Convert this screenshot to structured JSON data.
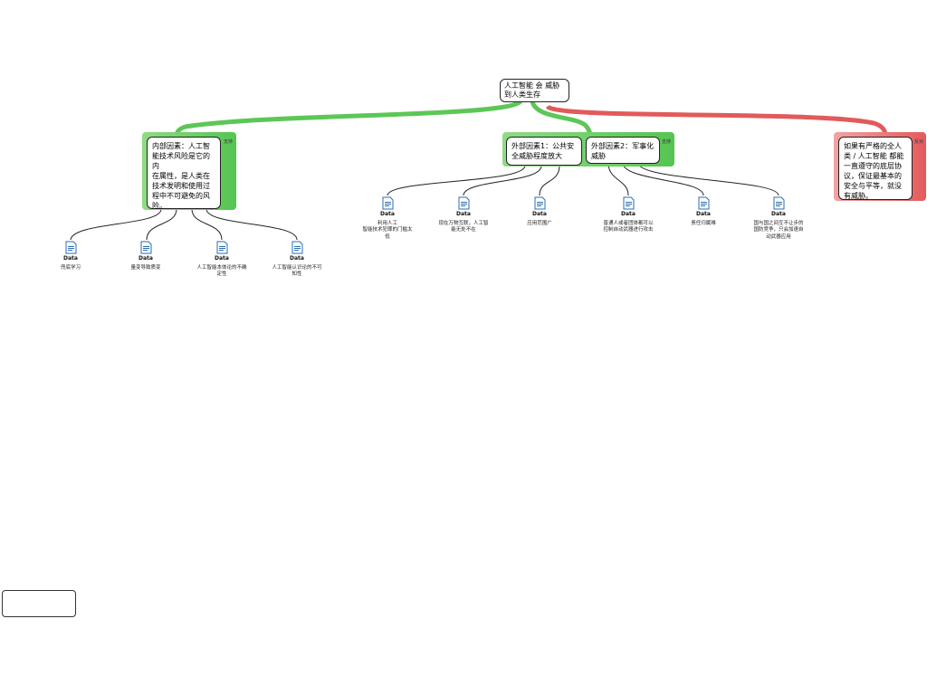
{
  "root": {
    "text": "人工智能 会 威胁\n到人类生存"
  },
  "branches": {
    "internal": {
      "text": "内部因素：人工智\n能技术风险是它的\n内\n在属性，是人类在\n技术发明和使用过\n程中不可避免的风\n险。",
      "tag": "支持"
    },
    "external1": {
      "text": "外部因素1：公共安\n全威胁程度放大"
    },
    "external2": {
      "text": "外部因素2：军事化\n威胁",
      "tag": "支持"
    },
    "counter": {
      "text": "如果有严格的全人\n类 / 人工智能 都能\n一直遵守的底层协\n议，保证最基本的\n安全与平等，就没\n有威胁。",
      "tag": "反对"
    }
  },
  "leaves": [
    {
      "label": "Data",
      "text": "兜底学习"
    },
    {
      "label": "Data",
      "text": "量变导致质变"
    },
    {
      "label": "Data",
      "text": "人工智能本体论的不确\n定性"
    },
    {
      "label": "Data",
      "text": "人工智能认识论的不可\n知性"
    },
    {
      "label": "Data",
      "text": "利用人工\n智能技术犯罪的门槛太\n低"
    },
    {
      "label": "Data",
      "text": "现在万物互联，人工智\n能无处不在"
    },
    {
      "label": "Data",
      "text": "应用范围广"
    },
    {
      "label": "Data",
      "text": "普通人或者团体都可以\n控制自动武器进行攻击"
    },
    {
      "label": "Data",
      "text": "责任归属难"
    },
    {
      "label": "Data",
      "text": "国与国之间互不让步的\n国防竞争，只会加速自\n动武器应用"
    }
  ],
  "colors": {
    "support": "#5cc756",
    "oppose": "#e25a5a",
    "line": "#222222"
  }
}
